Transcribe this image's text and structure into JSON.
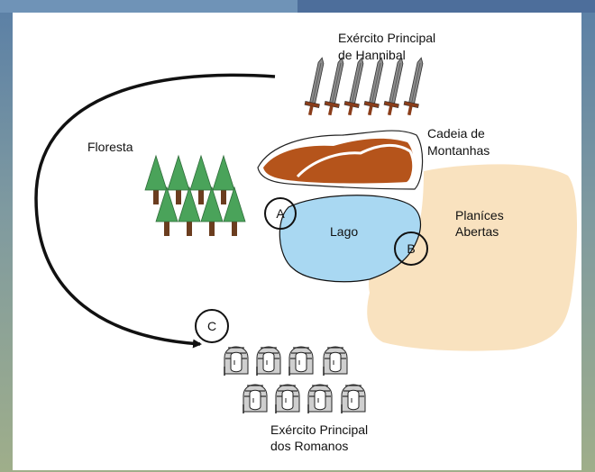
{
  "labels": {
    "hannibal_army_line1": "Exército Principal",
    "hannibal_army_line2": "de Hannibal",
    "mountains_line1": "Cadeia de",
    "mountains_line2": "Montanhas",
    "forest": "Floresta",
    "lake": "Lago",
    "plains_line1": "Planíces",
    "plains_line2": "Abertas",
    "roman_army_line1": "Exército Principal",
    "roman_army_line2": "dos Romanos"
  },
  "points": [
    "A",
    "B",
    "C"
  ],
  "colors": {
    "mountain": "#b5541b",
    "lake": "#a9d8f2",
    "plains": "#f9e2bf",
    "tree": "#4aa35a",
    "trunk": "#6b3d1f",
    "sword_blade": "#8c8c8c",
    "sword_hilt": "#8a3d1a"
  },
  "icons": {
    "sword_count": 6,
    "tree_count": 8,
    "soldier_count": 8
  }
}
